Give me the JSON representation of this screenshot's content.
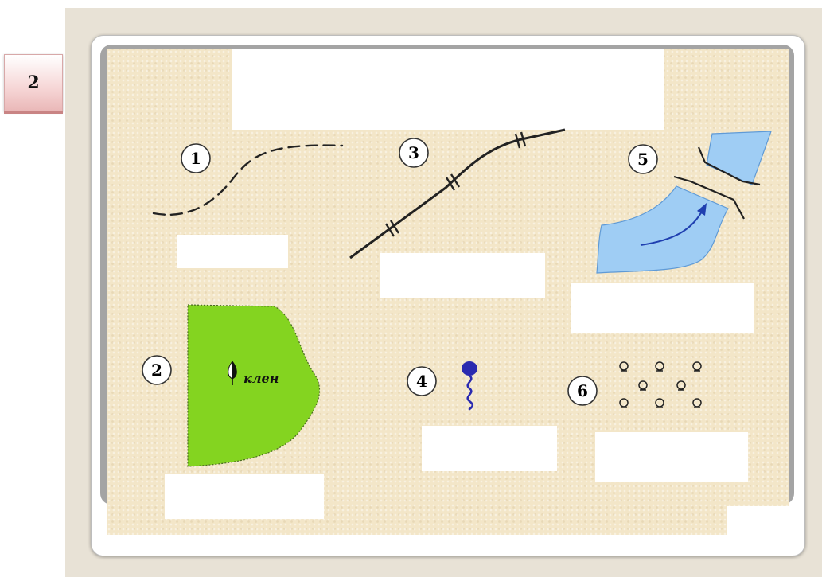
{
  "slide_number": "2",
  "signs": [
    {
      "number": "1"
    },
    {
      "number": "2",
      "label": "клен"
    },
    {
      "number": "3"
    },
    {
      "number": "4"
    },
    {
      "number": "5"
    },
    {
      "number": "6"
    }
  ],
  "colors": {
    "map_background": "#f3e6c8",
    "forest": "#84d420",
    "water": "#9fcdf4",
    "spring": "#2a2ab0"
  }
}
